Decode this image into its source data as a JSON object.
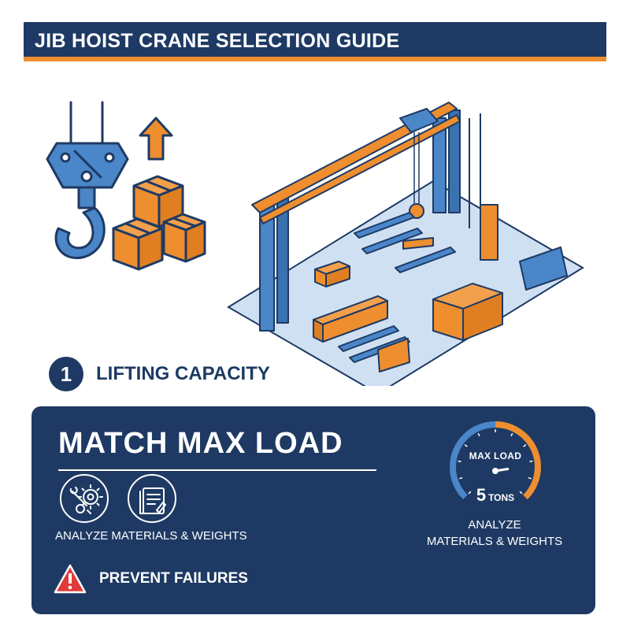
{
  "header": {
    "title": "JIB HOIST CRANE SELECTION GUIDE"
  },
  "colors": {
    "navy": "#1e3a64",
    "orange": "#ee8e2f",
    "blue": "#4a86c8",
    "floor": "#cfe0f3",
    "red": "#e03a3a"
  },
  "illustrations": {
    "left": {
      "icons": [
        "hook-icon",
        "up-arrow-icon",
        "boxes-icon"
      ]
    },
    "right": {
      "icons": [
        "gantry-crane-icon",
        "crates-icon",
        "steel-beams-icon"
      ]
    }
  },
  "step": {
    "number": "1",
    "label": "LIFTING CAPACITY"
  },
  "panel": {
    "title": "MATCH MAX LOAD",
    "icons": [
      "gears-wrench-icon",
      "blueprint-icon"
    ],
    "left_caption": "ANALYZE MATERIALS & WEIGHTS",
    "warning": {
      "icon": "warning-icon",
      "label": "PREVENT FAILURES"
    },
    "gauge": {
      "label": "MAX LOAD",
      "value": "5",
      "unit": "TONS",
      "level": 0.8
    },
    "right_caption_line1": "ANALYZE",
    "right_caption_line2": "MATERIALS & WEIGHTS"
  }
}
